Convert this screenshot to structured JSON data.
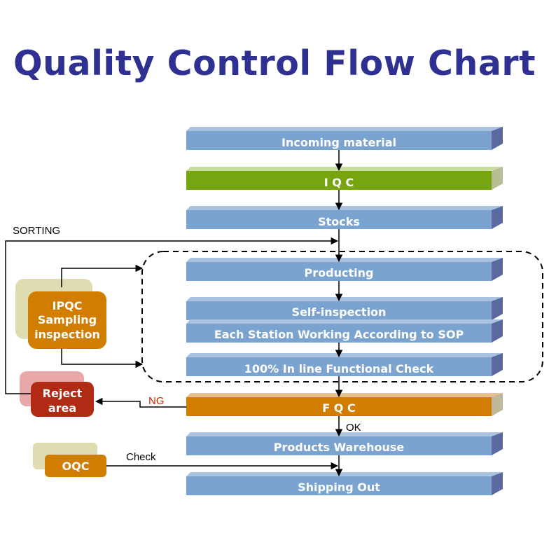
{
  "title": "Quality Control Flow Chart",
  "colors": {
    "title": "#2e3192",
    "blue_bar": "#7aa3cf",
    "green_bar": "#76a50f",
    "orange_bar": "#d07d00",
    "reject": "#b12a14",
    "text_on_bar": "#ffffff"
  },
  "steps": {
    "incoming": "Incoming material",
    "iqc": "I Q C",
    "stocks": "Stocks",
    "producting": "Producting",
    "self_inspection": "Self-inspection",
    "each_station": "Each Station Working According to SOP",
    "inline_check": "100% In line Functional Check",
    "fqc": "F Q C",
    "warehouse": "Products Warehouse",
    "shipping": "Shipping Out"
  },
  "side_boxes": {
    "ipqc_line1": "IPQC",
    "ipqc_line2": "Sampling",
    "ipqc_line3": "inspection",
    "reject_line1": "Reject",
    "reject_line2": "area",
    "oqc": "OQC"
  },
  "edge_labels": {
    "sorting": "SORTING",
    "ng": "NG",
    "ok": "OK",
    "check": "Check"
  }
}
